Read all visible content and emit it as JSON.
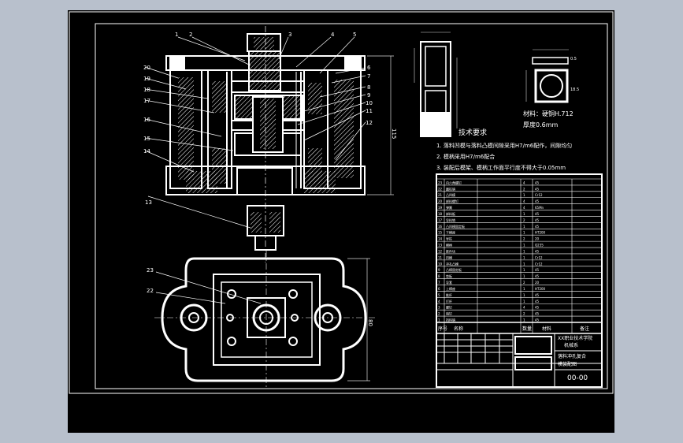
{
  "app": {
    "background_color": "#b8c0cc",
    "canvas_color": "#000000",
    "line_color": "#ffffff",
    "dim_color": "#d8d8d8"
  },
  "drawing": {
    "part_numbers_top": [
      "1",
      "2",
      "3",
      "4",
      "5"
    ],
    "part_numbers_right": [
      "6",
      "7",
      "8",
      "9",
      "10",
      "11",
      "12"
    ],
    "part_numbers_left": [
      "20",
      "19",
      "18",
      "17",
      "16",
      "15",
      "14"
    ],
    "part_number_shank": "13",
    "part_numbers_bottom_view": [
      "23",
      "22"
    ],
    "dim_height": "115",
    "dim_width": "80",
    "small_dims": [
      "0.5",
      "18.5"
    ],
    "material": "材料：硬铜H.712",
    "thickness": "厚度0.6mm",
    "tech_title": "技术要求",
    "tech_requirements": [
      "1. 落料凹模与落料凸模间隙采用H7/m6配作，间隙均匀",
      "2. 模柄采用H7/m6配合",
      "3. 装配后模架、模柄工作面平行度不得大于0.05mm"
    ]
  },
  "title_block": {
    "company_line1": "XX职业技术学院",
    "company_line2": "机械系",
    "design_name_line1": "落料冲孔复合",
    "design_name_line2": "模装配图",
    "drawing_no": "00-00",
    "bom_headers": [
      "序号",
      "名称",
      "数量",
      "材料",
      "备注"
    ],
    "bom_rows": [
      [
        "23",
        "内六角螺钉",
        "4",
        "45"
      ],
      [
        "22",
        "圆柱销",
        "2",
        "45"
      ],
      [
        "21",
        "凸凹模",
        "1",
        "Cr12"
      ],
      [
        "20",
        "卸料螺钉",
        "4",
        "45"
      ],
      [
        "19",
        "弹簧",
        "4",
        "65Mn"
      ],
      [
        "18",
        "卸料板",
        "1",
        "45"
      ],
      [
        "17",
        "导料销",
        "2",
        "45"
      ],
      [
        "16",
        "凸凹模固定板",
        "1",
        "45"
      ],
      [
        "15",
        "下模座",
        "1",
        "HT200"
      ],
      [
        "14",
        "导柱",
        "2",
        "20"
      ],
      [
        "13",
        "模柄",
        "1",
        "Q235"
      ],
      [
        "12",
        "推件块",
        "1",
        "45"
      ],
      [
        "11",
        "凹模",
        "1",
        "Cr12"
      ],
      [
        "10",
        "冲孔凸模",
        "1",
        "Cr12"
      ],
      [
        "9",
        "凸模固定板",
        "1",
        "45"
      ],
      [
        "8",
        "垫板",
        "1",
        "45"
      ],
      [
        "7",
        "导套",
        "2",
        "20"
      ],
      [
        "6",
        "上模座",
        "1",
        "HT200"
      ],
      [
        "5",
        "推杆",
        "1",
        "45"
      ],
      [
        "4",
        "打杆",
        "1",
        "45"
      ],
      [
        "3",
        "螺钉",
        "4",
        "45"
      ],
      [
        "2",
        "销钉",
        "2",
        "45"
      ],
      [
        "1",
        "挡料销",
        "1",
        "45"
      ]
    ]
  }
}
